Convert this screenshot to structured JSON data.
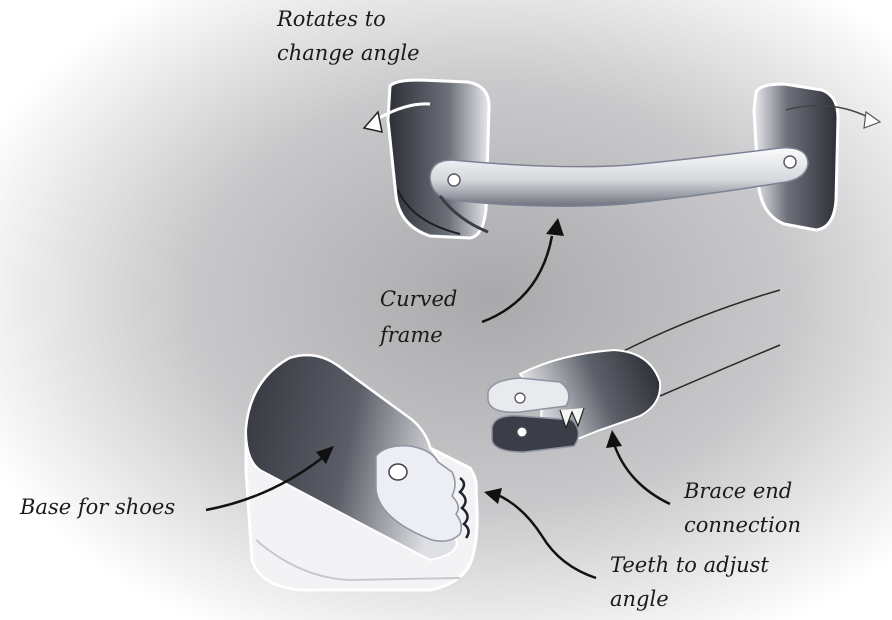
{
  "labels": {
    "rotate_line1": "Rotates to",
    "rotate_line2": "change angle",
    "frame_line1": "Curved",
    "frame_line2": "frame",
    "base": "Base for shoes",
    "brace_line1": "Brace end",
    "brace_line2": "connection",
    "teeth_line1": "Teeth to adjust",
    "teeth_line2": "angle"
  },
  "colors": {
    "ink": "#111111",
    "metal_dark": "#3a3d44",
    "metal_light": "#f2f3f5",
    "outline": "#8d93a3"
  }
}
